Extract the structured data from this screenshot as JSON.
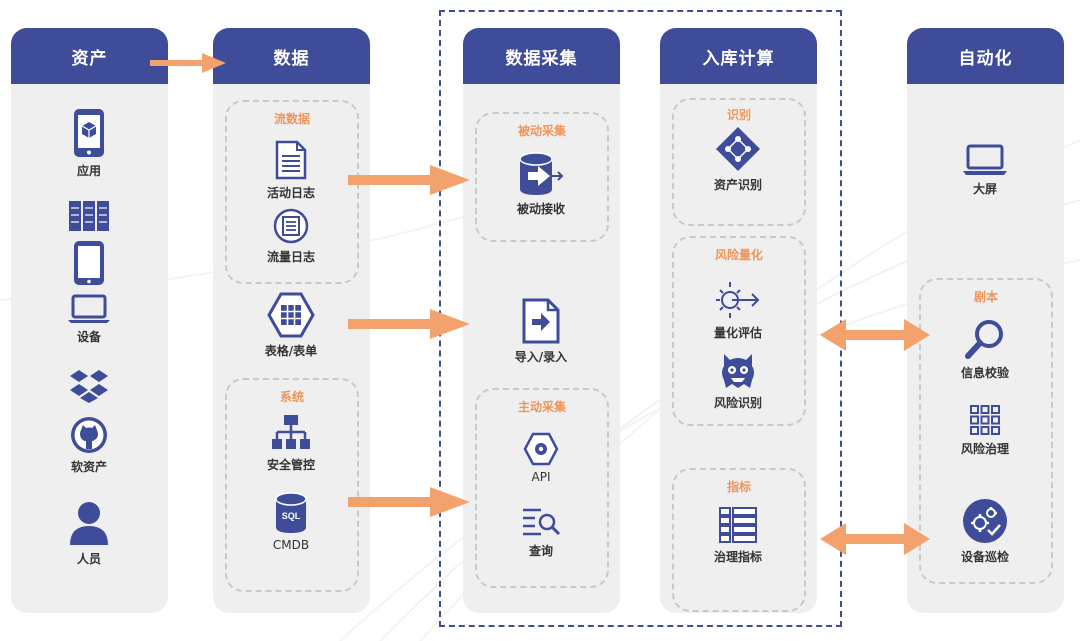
{
  "colors": {
    "header": "#3f4c99",
    "icon": "#3f4c99",
    "accent": "#f0945a",
    "panel": "#efefef"
  },
  "columns": {
    "assets": {
      "title": "资产",
      "items": {
        "app": "应用",
        "device": "设备",
        "software": "软资产",
        "people": "人员"
      }
    },
    "data": {
      "title": "数据",
      "stream": {
        "title": "流数据",
        "activity_log": "活动日志",
        "traffic_log": "流量日志"
      },
      "table": "表格/表单",
      "system": {
        "title": "系统",
        "security": "安全管控",
        "cmdb": "CMDB"
      }
    },
    "collect": {
      "title": "数据采集",
      "passive": {
        "title": "被动采集",
        "receive": "被动接收"
      },
      "import": "导入/录入",
      "active": {
        "title": "主动采集",
        "api": "API",
        "query": "查询"
      }
    },
    "compute": {
      "title": "入库计算",
      "identify": {
        "title": "识别",
        "asset_identify": "资产识别"
      },
      "risk": {
        "title": "风险量化",
        "assess": "量化评估",
        "risk_identify": "风险识别"
      },
      "metrics": {
        "title": "指标",
        "gov_metrics": "治理指标"
      }
    },
    "automation": {
      "title": "自动化",
      "screen": "大屏",
      "playbook": {
        "title": "剧本",
        "verify": "信息校验",
        "risk_gov": "风险治理",
        "inspection": "设备巡检"
      }
    }
  },
  "icons": [
    "phone-box-icon",
    "server-rack-icon",
    "tablet-icon",
    "laptop-icon",
    "dropbox-icon",
    "github-icon",
    "user-icon",
    "document-icon",
    "list-circle-icon",
    "grid-hexagon-icon",
    "network-tree-icon",
    "sql-database-icon",
    "database-arrow-icon",
    "file-import-icon",
    "hexagon-gear-icon",
    "search-list-icon",
    "diamond-network-icon",
    "sun-arrow-icon",
    "monster-icon",
    "table-icon",
    "monitor-icon",
    "magnifier-icon",
    "grid-icon",
    "gears-circle-icon"
  ]
}
